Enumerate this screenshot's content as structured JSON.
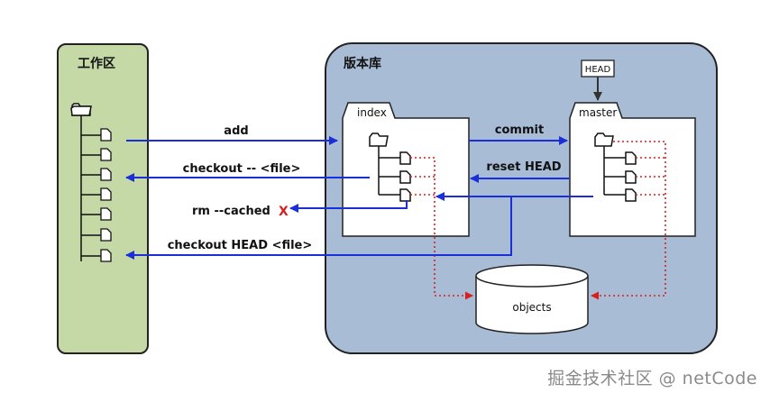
{
  "workspace": {
    "title": "工作区"
  },
  "repository": {
    "title": "版本库"
  },
  "index": {
    "label": "index"
  },
  "master": {
    "label": "master"
  },
  "head": {
    "label": "HEAD"
  },
  "objects": {
    "label": "objects"
  },
  "commands": {
    "add": "add",
    "checkout_file": "checkout -- <file>",
    "rm_cached": "rm --cached",
    "rm_mark": "X",
    "checkout_head": "checkout HEAD <file>",
    "commit": "commit",
    "reset_head": "reset HEAD"
  },
  "watermark": "掘金技术社区 @ netCode",
  "colors": {
    "workspace_fill": "#c5d9a6",
    "repository_fill": "#a8bcd6",
    "arrow_blue": "#1a2fd8",
    "dotted_red": "#d81f1f"
  }
}
